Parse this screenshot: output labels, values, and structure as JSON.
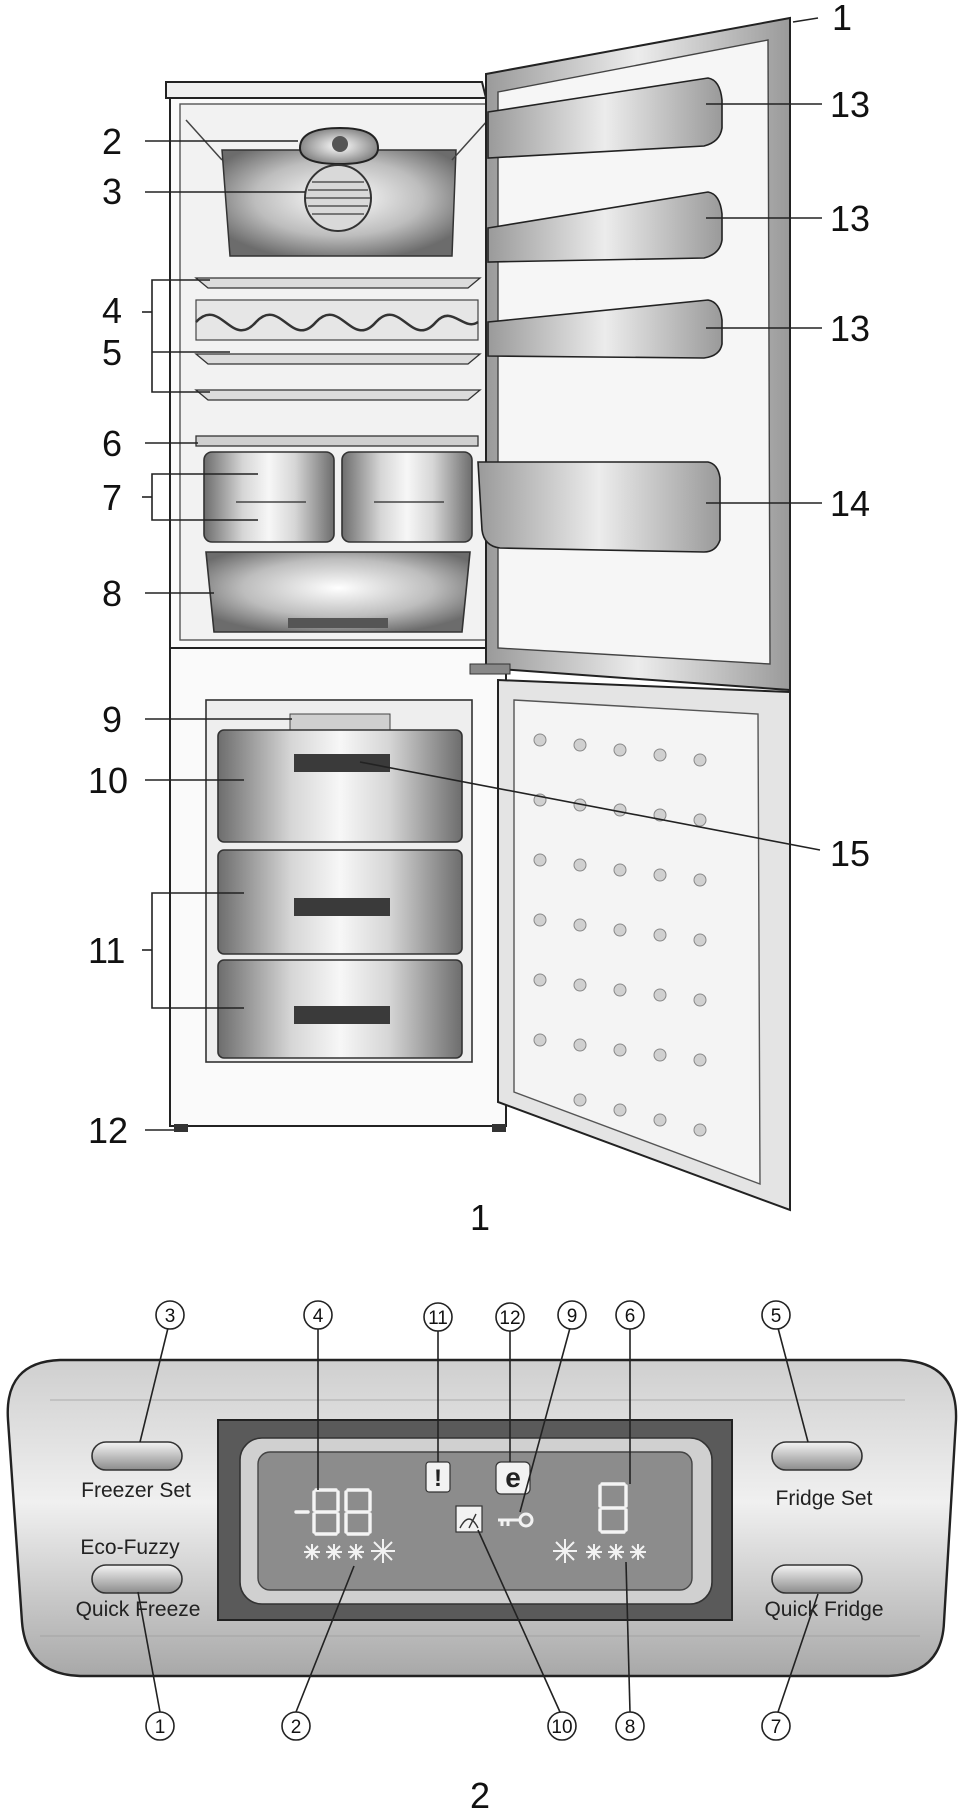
{
  "figure1": {
    "caption": "1",
    "callouts": [
      "1",
      "2",
      "3",
      "4",
      "5",
      "6",
      "7",
      "8",
      "9",
      "10",
      "11",
      "12",
      "13",
      "13",
      "13",
      "14",
      "15"
    ]
  },
  "figure2": {
    "caption": "2",
    "buttons": {
      "freezer_set": "Freezer Set",
      "eco_fuzzy": "Eco-Fuzzy",
      "quick_freeze": "Quick Freeze",
      "fridge_set": "Fridge Set",
      "quick_fridge": "Quick Fridge"
    },
    "display": {
      "freezer_temp": "-88",
      "fridge_temp": "8",
      "alarm_symbol": "!",
      "eco_symbol": "e"
    },
    "callouts": [
      "3",
      "4",
      "11",
      "12",
      "9",
      "6",
      "5",
      "1",
      "2",
      "10",
      "8",
      "7"
    ]
  },
  "colors": {
    "line": "#222222",
    "panel_dark": "#5a5a5a",
    "display_bg": "#8c8c8c",
    "segment": "#f4f4f4"
  },
  "icons": [
    "bulb-housing-icon",
    "fan-icon",
    "snowflake-icon",
    "key-icon",
    "thermometer-dial-icon"
  ]
}
